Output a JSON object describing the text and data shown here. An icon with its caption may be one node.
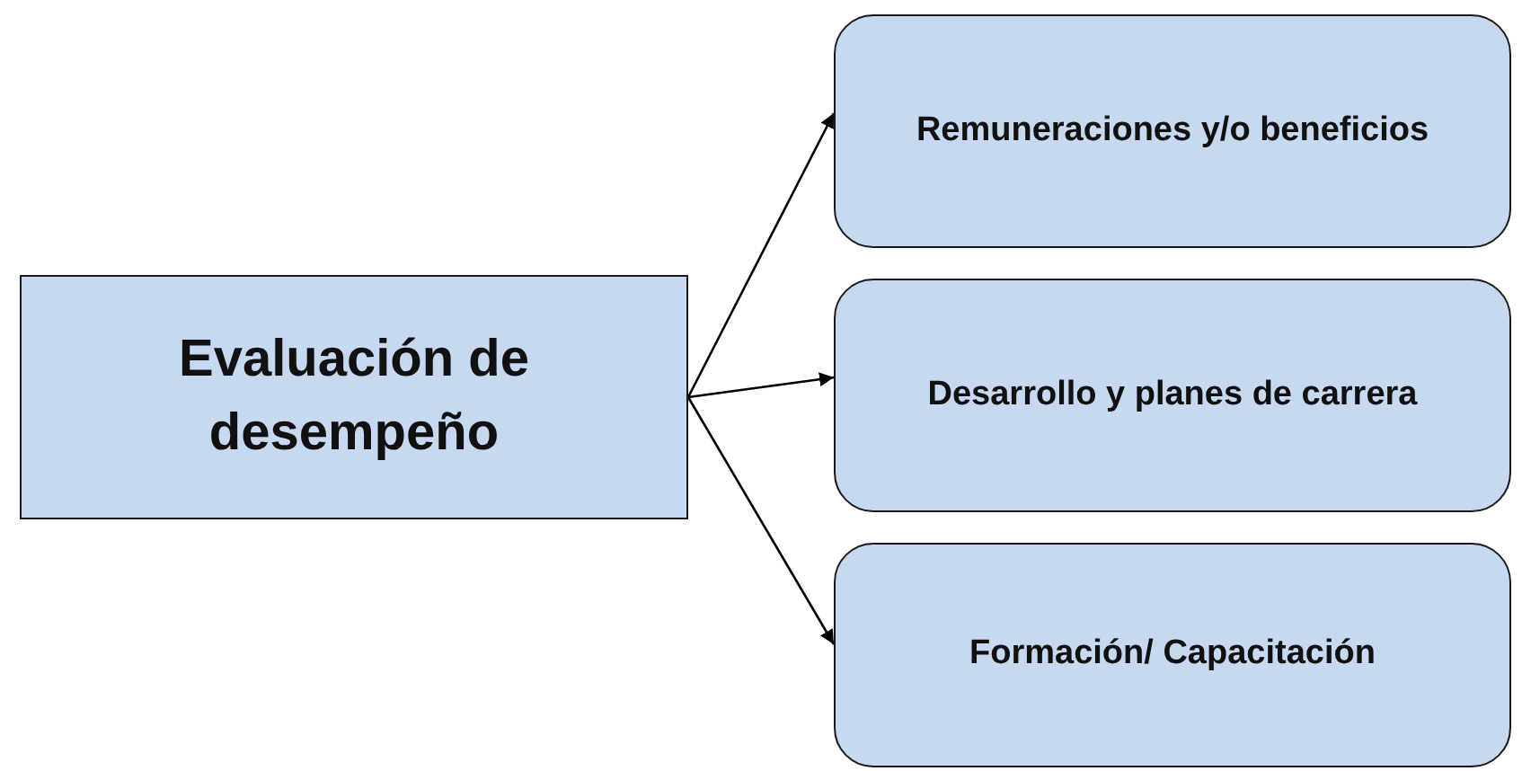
{
  "diagram": {
    "nodes": [
      {
        "text": [
          "Evaluación de desempeño"
        ]
      },
      {
        "text": [
          "Remuneraciones y/o beneficios"
        ]
      },
      {
        "text": [
          "Desarrollo y planes de carrera"
        ]
      },
      {
        "text": [
          "Formación/ Capacitación"
        ]
      }
    ],
    "edges": [
      {
        "from": 0,
        "to": 1,
        "arrow": "to"
      },
      {
        "from": 0,
        "to": 2,
        "arrow": "to"
      },
      {
        "from": 0,
        "to": 3,
        "arrow": "to"
      }
    ]
  }
}
